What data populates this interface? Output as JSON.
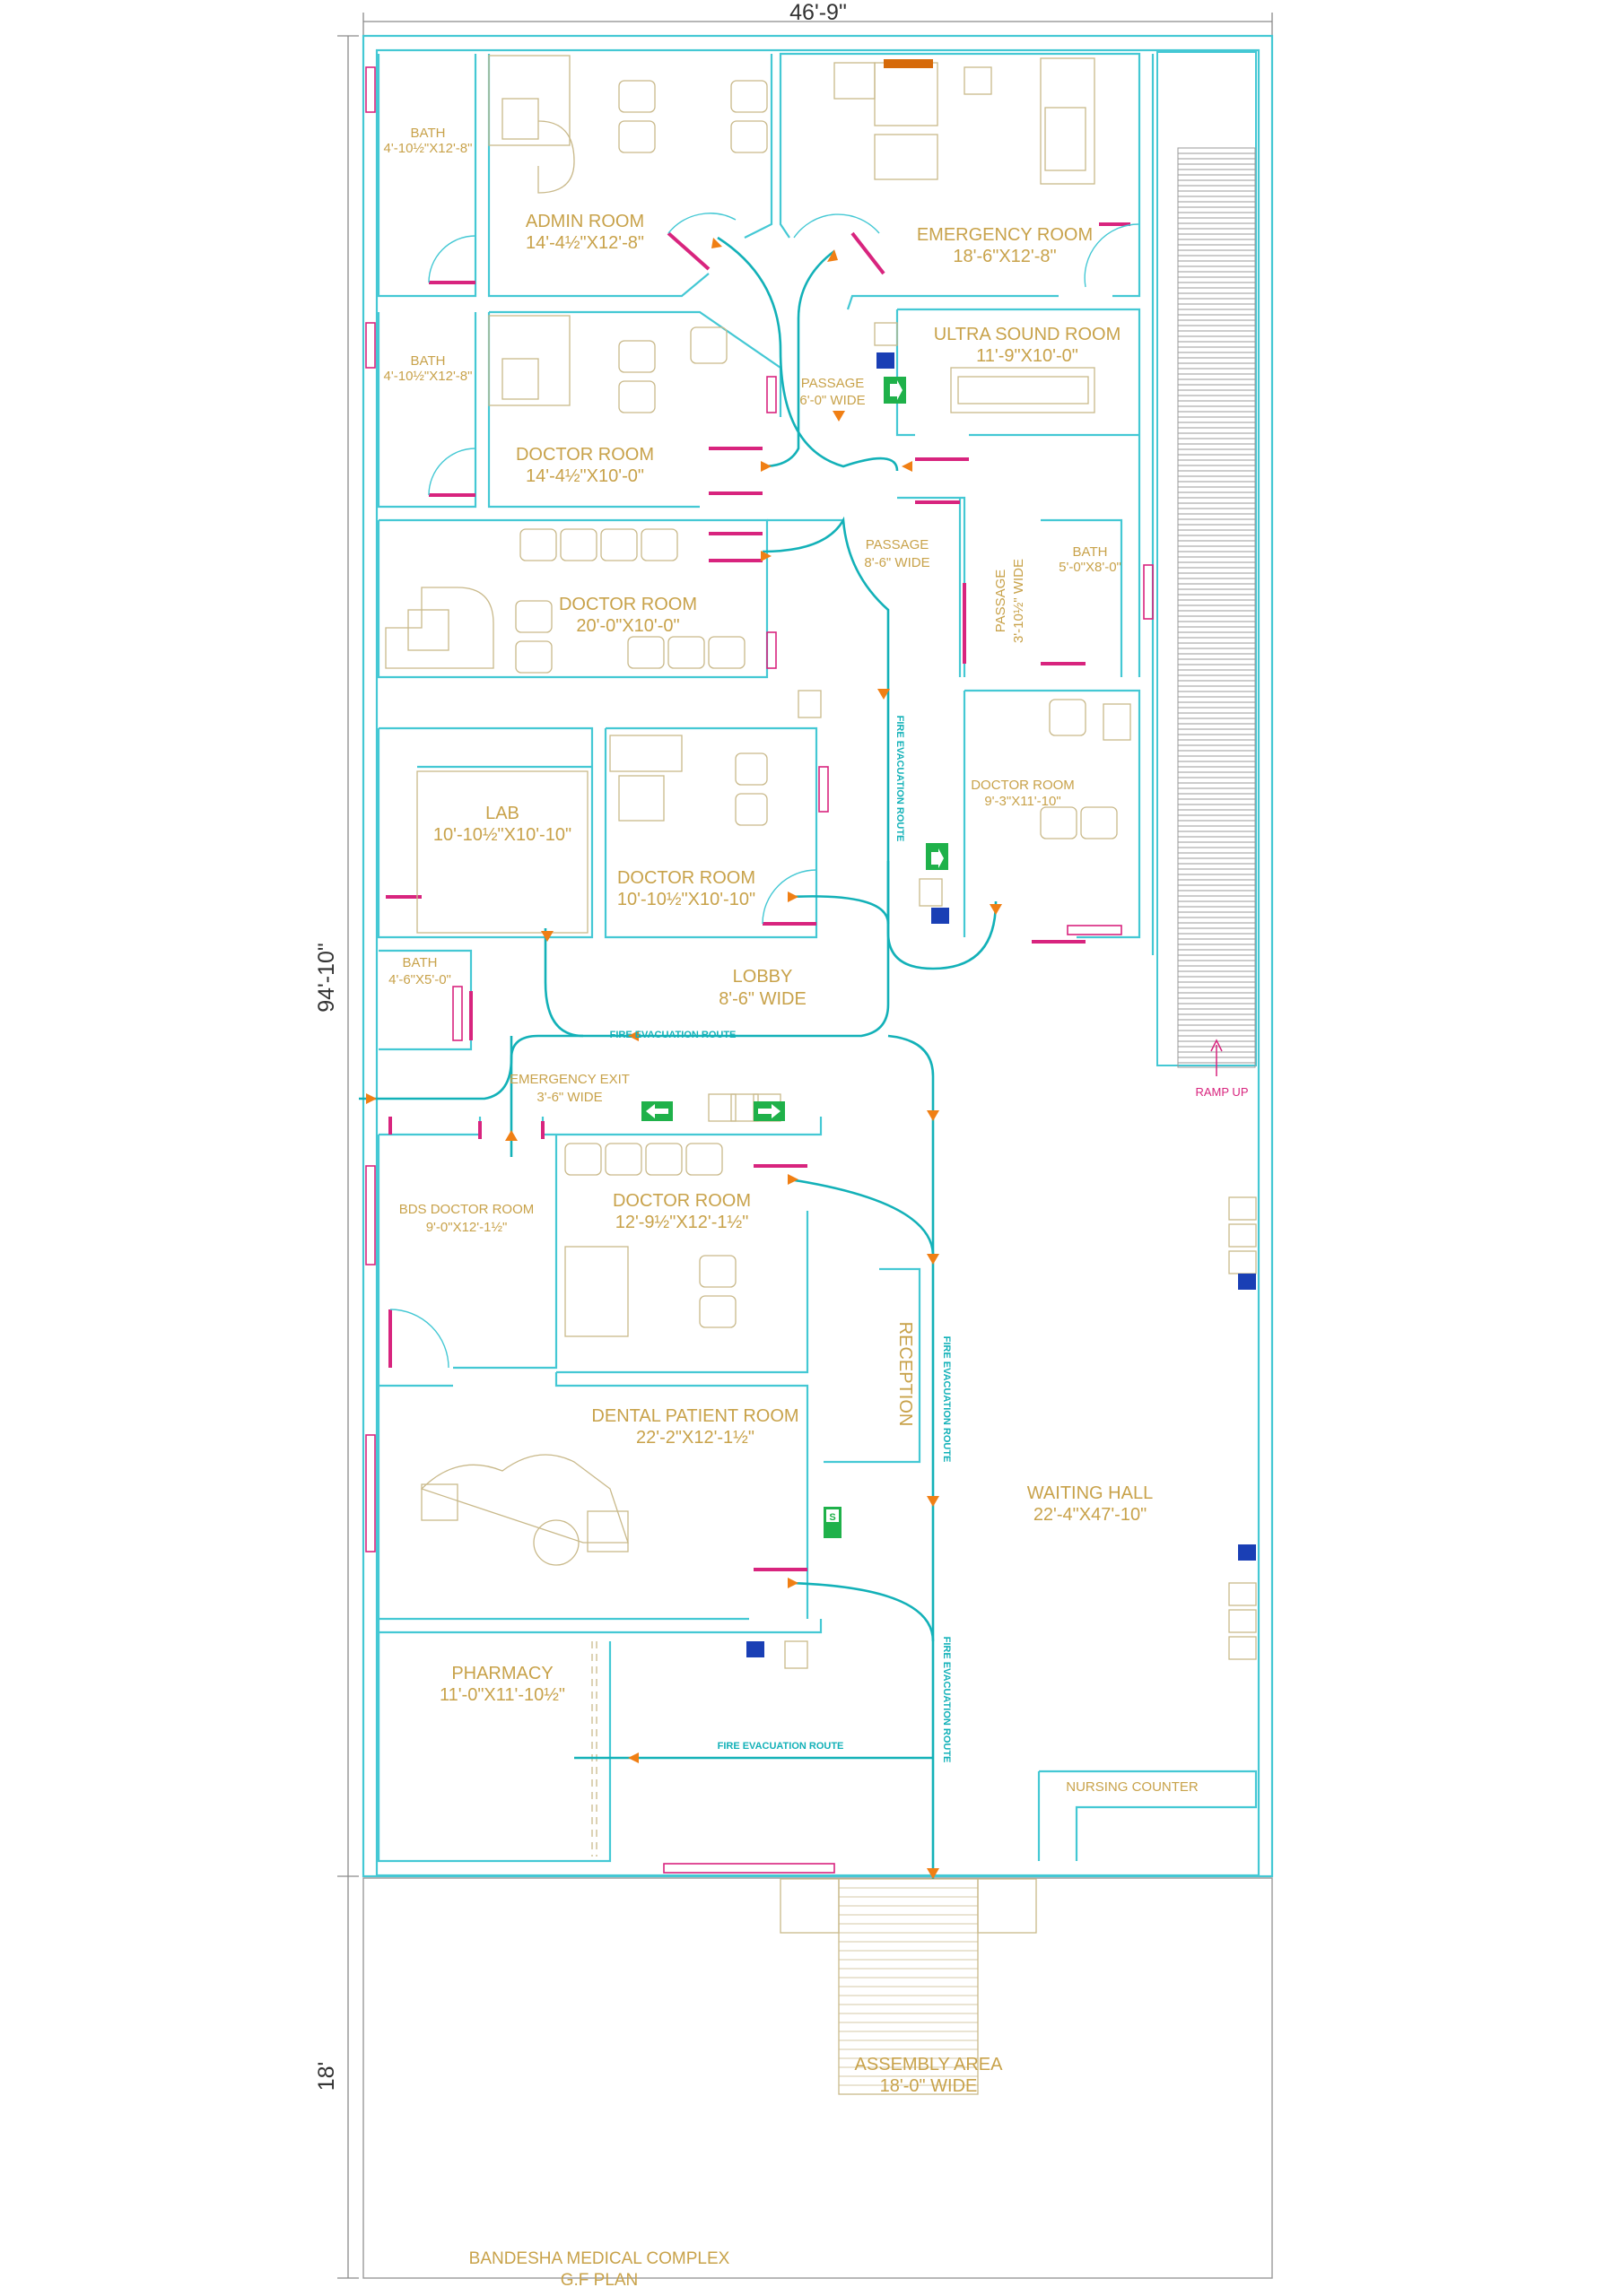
{
  "dimensions": {
    "width_top": "46'-9\"",
    "height_building": "94'-10\"",
    "height_assembly": "18'"
  },
  "rooms": [
    {
      "id": "bath1",
      "name": "BATH",
      "size": "4'-10½\"X12'-8\""
    },
    {
      "id": "admin",
      "name": "ADMIN ROOM",
      "size": "14'-4½\"X12'-8\""
    },
    {
      "id": "emergency",
      "name": "EMERGENCY ROOM",
      "size": "18'-6\"X12'-8\""
    },
    {
      "id": "bath2",
      "name": "BATH",
      "size": "4'-10½\"X12'-8\""
    },
    {
      "id": "ultrasound",
      "name": "ULTRA SOUND ROOM",
      "size": "11'-9\"X10'-0\""
    },
    {
      "id": "passage1",
      "name": "PASSAGE",
      "size": "6'-0\" WIDE"
    },
    {
      "id": "doctor1",
      "name": "DOCTOR ROOM",
      "size": "14'-4½\"X10'-0\""
    },
    {
      "id": "passage2",
      "name": "PASSAGE",
      "size": "8'-6\" WIDE"
    },
    {
      "id": "passage3",
      "name": "PASSAGE",
      "size": "3'-10½\" WIDE"
    },
    {
      "id": "bath3",
      "name": "BATH",
      "size": "5'-0\"X8'-0\""
    },
    {
      "id": "doctor2",
      "name": "DOCTOR ROOM",
      "size": "20'-0\"X10'-0\""
    },
    {
      "id": "doctor3",
      "name": "DOCTOR ROOM",
      "size": "9'-3\"X11'-10\""
    },
    {
      "id": "lab",
      "name": "LAB",
      "size": "10'-10½\"X10'-10\""
    },
    {
      "id": "doctor4",
      "name": "DOCTOR ROOM",
      "size": "10'-10½\"X10'-10\""
    },
    {
      "id": "bath4",
      "name": "BATH",
      "size": "4'-6\"X5'-0\""
    },
    {
      "id": "lobby",
      "name": "LOBBY",
      "size": "8'-6\" WIDE"
    },
    {
      "id": "emexit",
      "name": "EMERGENCY EXIT",
      "size": "3'-6\" WIDE"
    },
    {
      "id": "bds",
      "name": "BDS DOCTOR ROOM",
      "size": "9'-0\"X12'-1½\""
    },
    {
      "id": "doctor5",
      "name": "DOCTOR ROOM",
      "size": "12'-9½\"X12'-1½\""
    },
    {
      "id": "dental",
      "name": "DENTAL PATIENT ROOM",
      "size": "22'-2\"X12'-1½\""
    },
    {
      "id": "waiting",
      "name": "WAITING HALL",
      "size": "22'-4\"X47'-10\""
    },
    {
      "id": "pharmacy",
      "name": "PHARMACY",
      "size": "11'-0\"X11'-10½\""
    },
    {
      "id": "assembly",
      "name": "ASSEMBLY AREA",
      "size": "18'-0\" WIDE"
    }
  ],
  "labels": {
    "reception": "RECEPTION",
    "nursing": "NURSING COUNTER",
    "ramp": "RAMP UP",
    "fire_route": "FIRE EVACUATION ROUTE",
    "sign_s": "S"
  },
  "colors": {
    "wall": "#44c8d4",
    "route": "#13b1b8",
    "door": "#d8247e",
    "arrow": "#f07f14",
    "label": "#c8a24a",
    "exit_sign": "#1fb14a",
    "extinguisher": "#1a3fb5"
  },
  "footer": {
    "title": "BANDESHA MEDICAL COMPLEX",
    "subtitle": "G.F PLAN"
  }
}
